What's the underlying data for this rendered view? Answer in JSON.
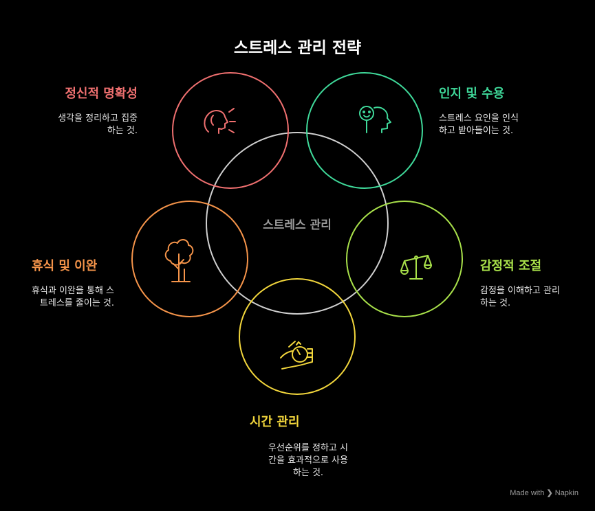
{
  "title": "스트레스 관리 전략",
  "center": {
    "label": "스트레스 관리"
  },
  "nodes": [
    {
      "id": "clarity",
      "title": "정신적 명확성",
      "desc": "생각을 정리하고 집중\n하는 것.",
      "color": "#f07070",
      "icon": "head-thinking-icon"
    },
    {
      "id": "acceptance",
      "title": "인지 및 수용",
      "desc": "스트레스 요인을 인식\n하고 받아들이는 것.",
      "color": "#3fd99a",
      "icon": "face-head-icon"
    },
    {
      "id": "rest",
      "title": "휴식 및 이완",
      "desc": "휴식과 이완을 통해 스\n트레스를 줄이는 것.",
      "color": "#f5944a",
      "icon": "tree-icon"
    },
    {
      "id": "emotion",
      "title": "감정적 조절",
      "desc": "감정을 이해하고 관리\n하는 것.",
      "color": "#a8e04a",
      "icon": "balance-scale-icon"
    },
    {
      "id": "time",
      "title": "시간 관리",
      "desc": "우선순위를 정하고 시\n간을 효과적으로 사용\n하는 것.",
      "color": "#f2d63c",
      "icon": "hand-stopwatch-icon"
    }
  ],
  "watermark": {
    "prefix": "Made with",
    "brand": "Napkin"
  }
}
